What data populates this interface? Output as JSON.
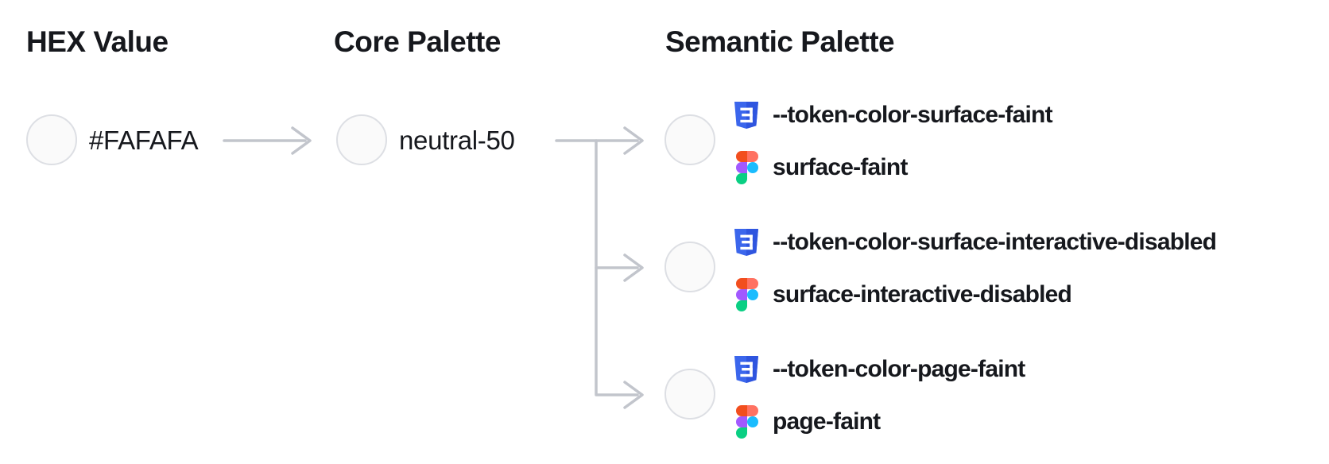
{
  "diagram": {
    "hex_column": {
      "heading": "HEX Value",
      "value": "#FAFAFA",
      "swatch_color": "#FAFAFA"
    },
    "core_column": {
      "heading": "Core Palette",
      "name": "neutral-50",
      "swatch_color": "#FAFAFA"
    },
    "semantic_column": {
      "heading": "Semantic Palette",
      "tokens": [
        {
          "css_var": "--token-color-surface-faint",
          "figma_name": "surface-faint",
          "swatch_color": "#FAFAFA"
        },
        {
          "css_var": "--token-color-surface-interactive-disabled",
          "figma_name": "surface-interactive-disabled",
          "swatch_color": "#FAFAFA"
        },
        {
          "css_var": "--token-color-page-faint",
          "figma_name": "page-faint",
          "swatch_color": "#FAFAFA"
        }
      ]
    },
    "colors": {
      "swatch_fill": "#FAFAFA",
      "swatch_border": "#DDDFE4",
      "connector": "#C2C5CC",
      "text": "#16181D",
      "css_icon_blue": "#3563E9",
      "figma_orange": "#F24E1E",
      "figma_salmon": "#FF7262",
      "figma_purple": "#A259FF",
      "figma_blue": "#1ABCFE",
      "figma_green": "#0ACF83"
    }
  }
}
